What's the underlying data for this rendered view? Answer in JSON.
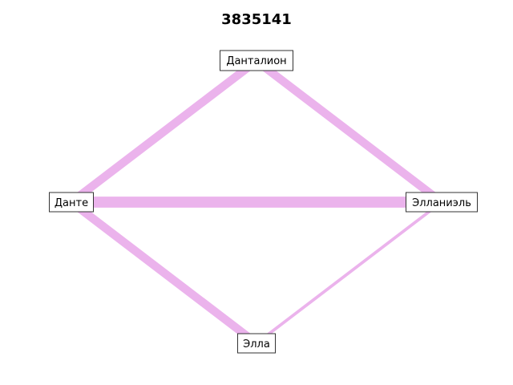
{
  "title": "3835141",
  "edge_color": "#ebb3ec",
  "nodes": [
    {
      "id": "dantalion",
      "label": "Данталион"
    },
    {
      "id": "dante",
      "label": "Данте"
    },
    {
      "id": "ellaniel",
      "label": "Элланиэль"
    },
    {
      "id": "ella",
      "label": "Элла"
    }
  ],
  "edges": [
    {
      "source": "dante",
      "target": "dantalion",
      "weight": 3
    },
    {
      "source": "dantalion",
      "target": "ellaniel",
      "weight": 3
    },
    {
      "source": "dante",
      "target": "ellaniel",
      "weight": 4
    },
    {
      "source": "dante",
      "target": "ella",
      "weight": 3
    },
    {
      "source": "ella",
      "target": "ellaniel",
      "weight": 1
    }
  ]
}
